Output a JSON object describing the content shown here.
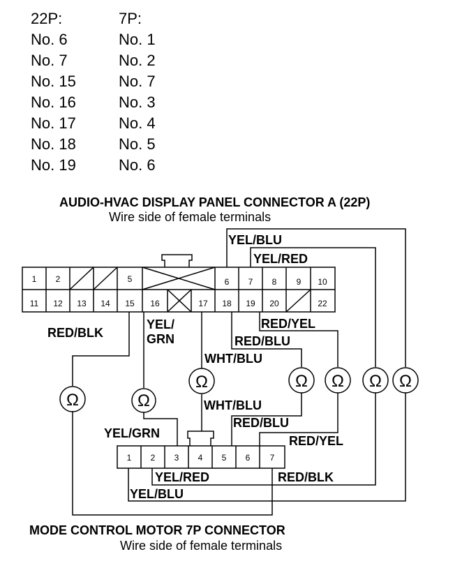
{
  "pin_table": {
    "header_a": "22P:",
    "header_b": "7P:",
    "rows": [
      {
        "a": "No. 6",
        "b": "No. 1"
      },
      {
        "a": "No. 7",
        "b": "No. 2"
      },
      {
        "a": "No. 15",
        "b": "No. 7"
      },
      {
        "a": "No. 16",
        "b": "No. 3"
      },
      {
        "a": "No. 17",
        "b": "No. 4"
      },
      {
        "a": "No. 18",
        "b": "No. 5"
      },
      {
        "a": "No. 19",
        "b": "No. 6"
      }
    ]
  },
  "connector_a": {
    "title": "AUDIO-HVAC DISPLAY PANEL CONNECTOR A (22P)",
    "subtitle": "Wire side of female terminals",
    "top_row": [
      "1",
      "2",
      "",
      "",
      "5",
      "",
      "",
      "6",
      "7",
      "8",
      "9",
      "10"
    ],
    "bottom_row": [
      "11",
      "12",
      "13",
      "14",
      "15",
      "16",
      "",
      "17",
      "18",
      "19",
      "20",
      "",
      "22"
    ]
  },
  "connector_b": {
    "title": "MODE CONTROL MOTOR 7P CONNECTOR",
    "subtitle": "Wire side of female terminals",
    "pins": [
      "1",
      "2",
      "3",
      "4",
      "5",
      "6",
      "7"
    ]
  },
  "wire_labels": {
    "yel_blu_top": "YEL/BLU",
    "yel_red_top": "YEL/RED",
    "red_blk_left": "RED/BLK",
    "yel_grn_top": "YEL/",
    "yel_grn_top2": "GRN",
    "red_yel_mid": "RED/YEL",
    "red_blu_mid": "RED/BLU",
    "wht_blu_mid": "WHT/BLU",
    "wht_blu_low": "WHT/BLU",
    "red_blu_low": "RED/BLU",
    "yel_grn_low": "YEL/GRN",
    "red_yel_low": "RED/YEL",
    "yel_red_bottom": "YEL/RED",
    "red_blk_bottom": "RED/BLK",
    "yel_blu_bottom": "YEL/BLU"
  },
  "ohm_symbol": "Ω"
}
